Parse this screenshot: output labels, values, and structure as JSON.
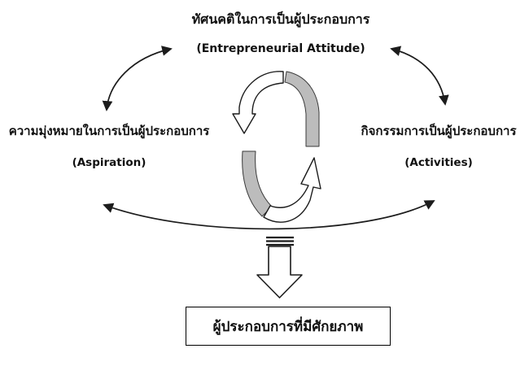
{
  "nodes": {
    "top": {
      "th": "ทัศนคติในการเป็นผู้ประกอบการ",
      "en": "(Entrepreneurial Attitude)"
    },
    "left": {
      "th": "ความมุ่งหมายในการเป็นผู้ประกอบการ",
      "en": "(Aspiration)"
    },
    "right": {
      "th": "กิจกรรมการเป็นผู้ประกอบการ",
      "en": "(Activities)"
    },
    "outcome": {
      "th": "ผู้ประกอบการที่มีศักยภาพ"
    }
  },
  "icons": {
    "cycle": "two interlocking curved ribbon arrows (cycle)",
    "double_arrow_left": "curved two-headed arrow between aspiration and attitude",
    "double_arrow_right": "curved two-headed arrow between attitude and activities",
    "span_arrow": "wide two-headed arc between aspiration and activities",
    "down_arrow": "block arrow pointing down to outcome box"
  },
  "colors": {
    "ribbon_gray": "#bcbcbc",
    "line": "#1c1c1c",
    "box_border": "#000000",
    "background": "#ffffff"
  }
}
